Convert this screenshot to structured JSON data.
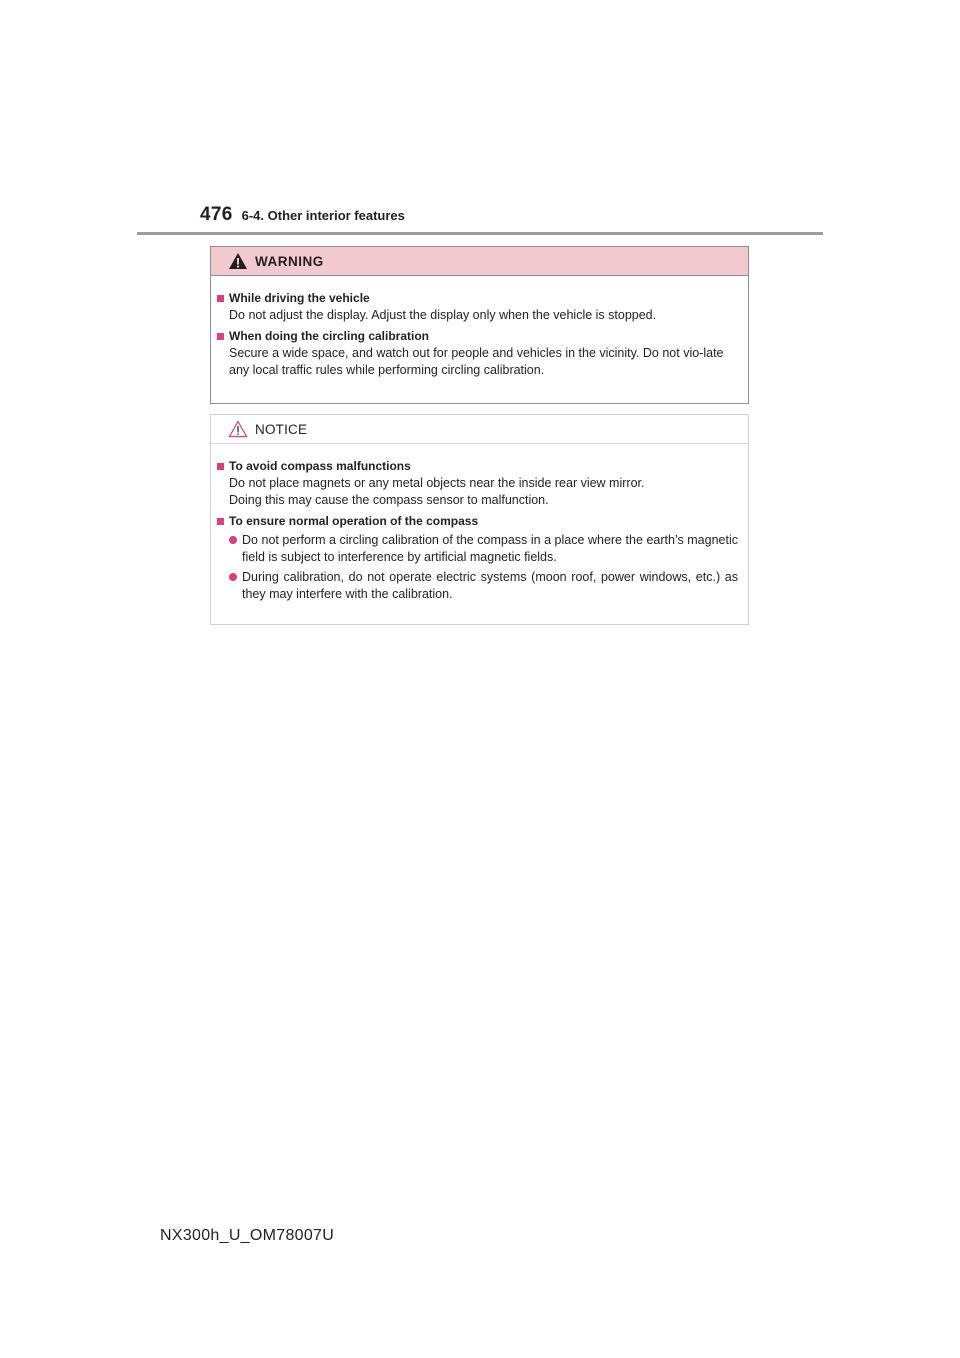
{
  "header": {
    "page_number": "476",
    "section_title": "6-4. Other interior features"
  },
  "warning": {
    "label": "WARNING",
    "items": [
      {
        "title": "While driving the vehicle",
        "text": "Do not adjust the display. Adjust the display only when the vehicle is stopped."
      },
      {
        "title": "When doing the circling calibration",
        "text": "Secure a wide space, and watch out for people and vehicles in the vicinity. Do not vio-late any local traffic rules while performing circling calibration."
      }
    ]
  },
  "notice": {
    "label": "NOTICE",
    "items": [
      {
        "title": "To avoid compass malfunctions",
        "text_line1": "Do not place magnets or any metal objects near the inside rear view mirror.",
        "text_line2": "Doing this may cause the compass sensor to malfunction."
      },
      {
        "title": "To ensure normal operation of the compass",
        "bullets": [
          "Do not perform a circling calibration of the compass in a place where the earth’s magnetic field is subject to interference by artificial magnetic fields.",
          "During calibration, do not operate electric systems (moon roof, power windows, etc.) as they may interfere with the calibration."
        ]
      }
    ]
  },
  "footer": {
    "doc_code": "NX300h_U_OM78007U"
  },
  "colors": {
    "accent": "#d8417e",
    "warning_header_bg": "#f2c9cf",
    "rule": "#9d9d9d"
  },
  "icons": {
    "warning": "warning-triangle-icon",
    "notice": "caution-triangle-outline-icon"
  }
}
